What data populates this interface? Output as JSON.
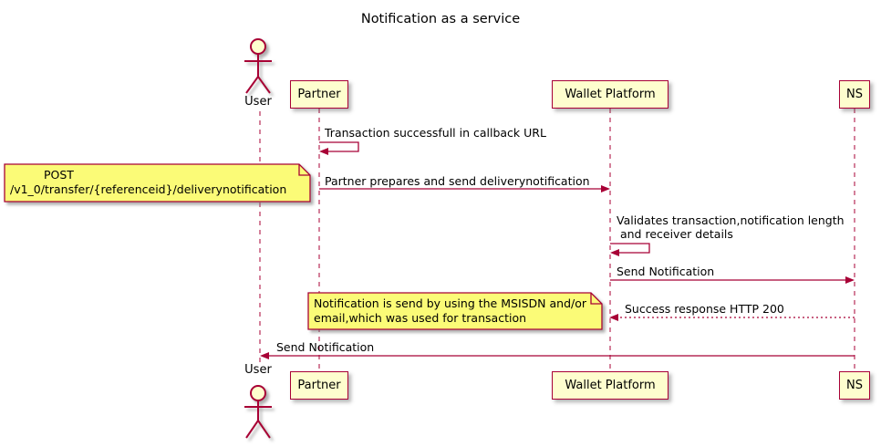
{
  "title": "Notification as a service",
  "colors": {
    "accent": "#A80036",
    "participant_fill": "#FEFECE",
    "note_fill": "#FBFB77",
    "text": "#000000"
  },
  "actor": {
    "label": "User"
  },
  "participants": [
    {
      "label": "Partner"
    },
    {
      "label": "Wallet Platform"
    },
    {
      "label": "NS"
    }
  ],
  "messages": [
    {
      "label": "Transaction successfull in callback URL",
      "from": "Partner",
      "to": "Partner",
      "style": "self"
    },
    {
      "label": "Partner prepares and send deliverynotification",
      "from": "Partner",
      "to": "Wallet Platform",
      "style": "solid"
    },
    {
      "label": "Validates transaction,notification length",
      "label2": " and receiver details",
      "from": "Wallet Platform",
      "to": "Wallet Platform",
      "style": "self"
    },
    {
      "label": "Send Notification",
      "from": "Wallet Platform",
      "to": "NS",
      "style": "solid"
    },
    {
      "label": "Success response HTTP 200",
      "from": "NS",
      "to": "Wallet Platform",
      "style": "dotted"
    },
    {
      "label": "Send Notification",
      "from": "NS",
      "to": "User",
      "style": "solid"
    }
  ],
  "notes": [
    {
      "line1": "POST",
      "line2": "/v1_0/transfer/{referenceid}/deliverynotification",
      "attached_to": "Partner"
    },
    {
      "line1": "Notification is send by using the MSISDN and/or",
      "line2": "email,which was used for transaction",
      "attached_to": "Wallet Platform"
    }
  ]
}
